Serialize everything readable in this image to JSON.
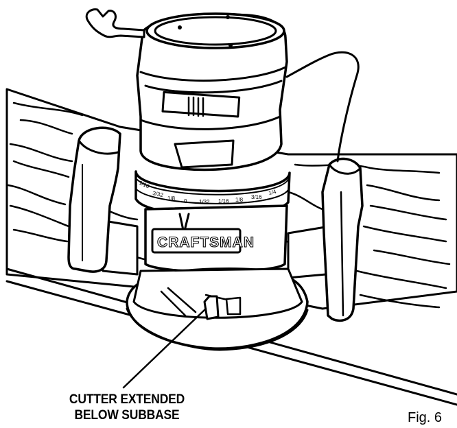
{
  "figure": {
    "callout_lines": [
      "CUTTER EXTENDED",
      "BELOW SUBBASE"
    ],
    "fig_label": "Fig. 6",
    "brand_name": "CRAFTSMAN",
    "depth_scale_marks": [
      "1/16",
      "3/32",
      "1/8",
      "0",
      "1/32",
      "1/16",
      "1/8",
      "3/16",
      "1/4"
    ]
  }
}
